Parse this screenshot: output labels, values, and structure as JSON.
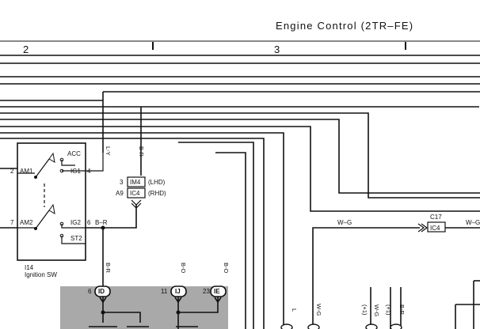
{
  "header": {
    "title": "Engine Control (2TR–FE)",
    "section_left": "2",
    "section_right": "3"
  },
  "ignition_switch": {
    "code": "I14",
    "name": "Ignition SW",
    "pin_am1": "2",
    "pin_am2": "7",
    "pin_ig1": "4",
    "pin_ig2": "6",
    "label_am1": "AM1",
    "label_am2": "AM2",
    "label_acc": "ACC",
    "label_ig1": "IG1",
    "label_ig2": "IG2",
    "label_st2": "ST2"
  },
  "wire_colors": {
    "ly": "L-Y",
    "br1": "B-R",
    "ig2_out": "B–R",
    "br2": "B-R",
    "bo1": "B-O",
    "bo2": "B-O",
    "wg_horizontal": "W–G",
    "wg_right": "W–G",
    "l_bottom": "L",
    "wg_bottom1": "W-G",
    "plus1": "(+1)",
    "wg_bottom2": "W-G",
    "plus2": "(+1)",
    "br_bottom": "B-R"
  },
  "junctions": {
    "im4_pin": "3",
    "im4_code": "IM4",
    "im4_variant": "(LHD)",
    "ic4_pin": "A9",
    "ic4_code": "IC4",
    "ic4_variant": "(RHD)",
    "c17_code": "C17",
    "c17_ic4": "IC4"
  },
  "connectors": [
    {
      "pin": "6",
      "code": "ID"
    },
    {
      "pin": "11",
      "code": "IJ"
    },
    {
      "pin": "23",
      "code": "IE"
    }
  ]
}
